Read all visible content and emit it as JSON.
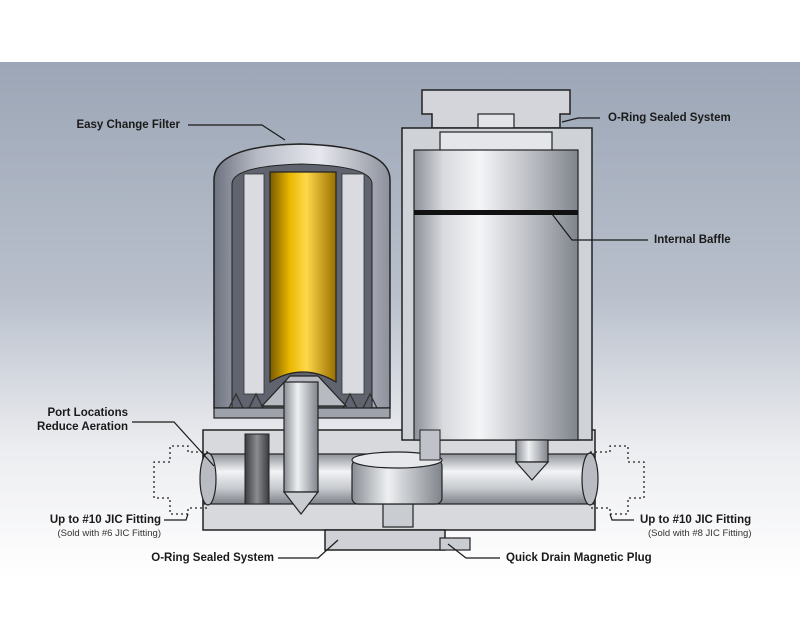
{
  "labels": {
    "easy_change_filter": "Easy Change Filter",
    "oring_top": "O-Ring Sealed System",
    "internal_baffle": "Internal Baffle",
    "port_locations_1": "Port Locations",
    "port_locations_2": "Reduce Aeration",
    "left_fitting": "Up to #10 JIC Fitting",
    "left_fitting_sub": "(Sold with #6 JIC Fitting)",
    "right_fitting": "Up to #10 JIC Fitting",
    "right_fitting_sub": "(Sold with #8 JIC Fitting)",
    "oring_bottom": "O-Ring Sealed System",
    "quick_drain": "Quick Drain Magnetic Plug"
  },
  "colors": {
    "background_top": "#9fa8b8",
    "background_bottom": "#ffffff",
    "filter_element": "#e0b000",
    "body_metal": "#d2d4d8",
    "outline": "#1a1a1a"
  }
}
